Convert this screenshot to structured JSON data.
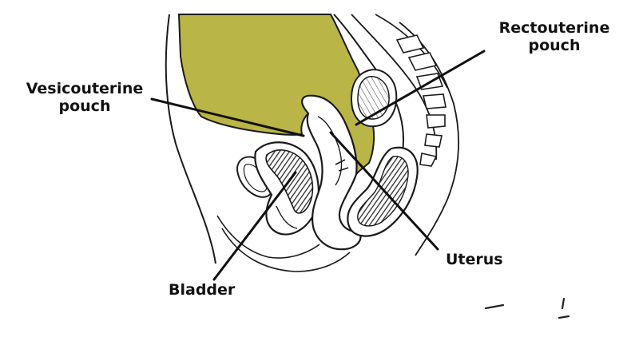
{
  "figure": {
    "labels": {
      "rectouterine_pouch": {
        "line1": "Rectouterine",
        "line2": "pouch"
      },
      "vesicouterine_pouch": {
        "line1": "Vesicouterine",
        "line2": "pouch"
      },
      "uterus": "Uterus",
      "bladder": "Bladder"
    },
    "colors": {
      "peritoneal_cavity_fill": "#b9b546",
      "outline": "#1a1a1a",
      "hatching": "#2b2b2b",
      "background": "#ffffff"
    }
  }
}
